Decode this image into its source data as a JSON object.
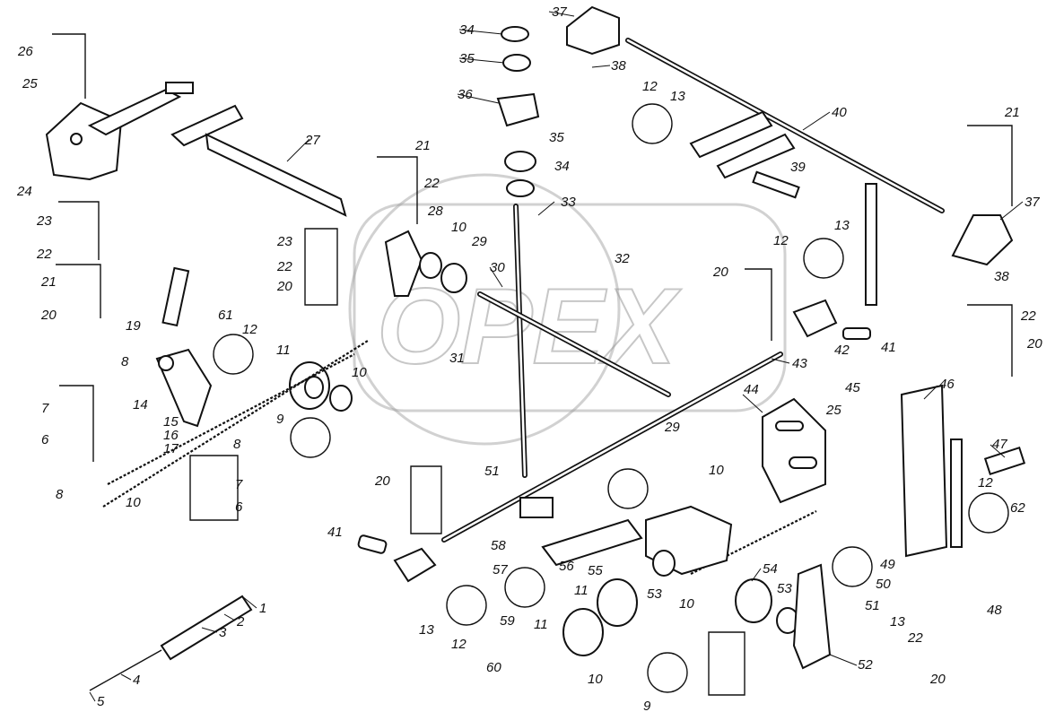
{
  "diagram": {
    "watermark_text": "OPEX",
    "callouts": [
      {
        "id": "c1",
        "text": "1"
      },
      {
        "id": "c2",
        "text": "2"
      },
      {
        "id": "c3",
        "text": "3"
      },
      {
        "id": "c4",
        "text": "4"
      },
      {
        "id": "c5",
        "text": "5"
      },
      {
        "id": "c6a",
        "text": "6"
      },
      {
        "id": "c6b",
        "text": "6"
      },
      {
        "id": "c7a",
        "text": "7"
      },
      {
        "id": "c7b",
        "text": "7"
      },
      {
        "id": "c8a",
        "text": "8"
      },
      {
        "id": "c8b",
        "text": "8"
      },
      {
        "id": "c8c",
        "text": "8"
      },
      {
        "id": "c9a",
        "text": "9"
      },
      {
        "id": "c9b",
        "text": "9"
      },
      {
        "id": "c10a",
        "text": "10"
      },
      {
        "id": "c10b",
        "text": "10"
      },
      {
        "id": "c10c",
        "text": "10"
      },
      {
        "id": "c10d",
        "text": "10"
      },
      {
        "id": "c10e",
        "text": "10"
      },
      {
        "id": "c10f",
        "text": "10"
      },
      {
        "id": "c11a",
        "text": "11"
      },
      {
        "id": "c11b",
        "text": "11"
      },
      {
        "id": "c11c",
        "text": "11"
      },
      {
        "id": "c12a",
        "text": "12"
      },
      {
        "id": "c12b",
        "text": "12"
      },
      {
        "id": "c12c",
        "text": "12"
      },
      {
        "id": "c12d",
        "text": "12"
      },
      {
        "id": "c12e",
        "text": "12"
      },
      {
        "id": "c13a",
        "text": "13"
      },
      {
        "id": "c13b",
        "text": "13"
      },
      {
        "id": "c13c",
        "text": "13"
      },
      {
        "id": "c13d",
        "text": "13"
      },
      {
        "id": "c14",
        "text": "14"
      },
      {
        "id": "c15",
        "text": "15"
      },
      {
        "id": "c16",
        "text": "16"
      },
      {
        "id": "c17",
        "text": "17"
      },
      {
        "id": "c19",
        "text": "19"
      },
      {
        "id": "c20a",
        "text": "20"
      },
      {
        "id": "c20b",
        "text": "20"
      },
      {
        "id": "c20c",
        "text": "20"
      },
      {
        "id": "c20d",
        "text": "20"
      },
      {
        "id": "c20e",
        "text": "20"
      },
      {
        "id": "c20f",
        "text": "20"
      },
      {
        "id": "c21a",
        "text": "21"
      },
      {
        "id": "c21b",
        "text": "21"
      },
      {
        "id": "c21c",
        "text": "21"
      },
      {
        "id": "c22a",
        "text": "22"
      },
      {
        "id": "c22b",
        "text": "22"
      },
      {
        "id": "c22c",
        "text": "22"
      },
      {
        "id": "c22d",
        "text": "22"
      },
      {
        "id": "c22e",
        "text": "22"
      },
      {
        "id": "c23a",
        "text": "23"
      },
      {
        "id": "c23b",
        "text": "23"
      },
      {
        "id": "c24",
        "text": "24"
      },
      {
        "id": "c25a",
        "text": "25"
      },
      {
        "id": "c25b",
        "text": "25"
      },
      {
        "id": "c26",
        "text": "26"
      },
      {
        "id": "c27",
        "text": "27"
      },
      {
        "id": "c28",
        "text": "28"
      },
      {
        "id": "c29a",
        "text": "29"
      },
      {
        "id": "c29b",
        "text": "29"
      },
      {
        "id": "c30",
        "text": "30"
      },
      {
        "id": "c31",
        "text": "31"
      },
      {
        "id": "c32",
        "text": "32"
      },
      {
        "id": "c33",
        "text": "33"
      },
      {
        "id": "c34a",
        "text": "34"
      },
      {
        "id": "c34b",
        "text": "34"
      },
      {
        "id": "c35a",
        "text": "35"
      },
      {
        "id": "c35b",
        "text": "35"
      },
      {
        "id": "c36",
        "text": "36"
      },
      {
        "id": "c37a",
        "text": "37"
      },
      {
        "id": "c37b",
        "text": "37"
      },
      {
        "id": "c38a",
        "text": "38"
      },
      {
        "id": "c38b",
        "text": "38"
      },
      {
        "id": "c39",
        "text": "39"
      },
      {
        "id": "c40",
        "text": "40"
      },
      {
        "id": "c41a",
        "text": "41"
      },
      {
        "id": "c41b",
        "text": "41"
      },
      {
        "id": "c42",
        "text": "42"
      },
      {
        "id": "c43",
        "text": "43"
      },
      {
        "id": "c44",
        "text": "44"
      },
      {
        "id": "c45",
        "text": "45"
      },
      {
        "id": "c46",
        "text": "46"
      },
      {
        "id": "c47",
        "text": "47"
      },
      {
        "id": "c48",
        "text": "48"
      },
      {
        "id": "c49",
        "text": "49"
      },
      {
        "id": "c50",
        "text": "50"
      },
      {
        "id": "c51a",
        "text": "51"
      },
      {
        "id": "c51b",
        "text": "51"
      },
      {
        "id": "c52",
        "text": "52"
      },
      {
        "id": "c53a",
        "text": "53"
      },
      {
        "id": "c53b",
        "text": "53"
      },
      {
        "id": "c54",
        "text": "54"
      },
      {
        "id": "c55",
        "text": "55"
      },
      {
        "id": "c56",
        "text": "56"
      },
      {
        "id": "c57",
        "text": "57"
      },
      {
        "id": "c58",
        "text": "58"
      },
      {
        "id": "c59",
        "text": "59"
      },
      {
        "id": "c60",
        "text": "60"
      },
      {
        "id": "c61",
        "text": "61"
      },
      {
        "id": "c62",
        "text": "62"
      }
    ]
  }
}
